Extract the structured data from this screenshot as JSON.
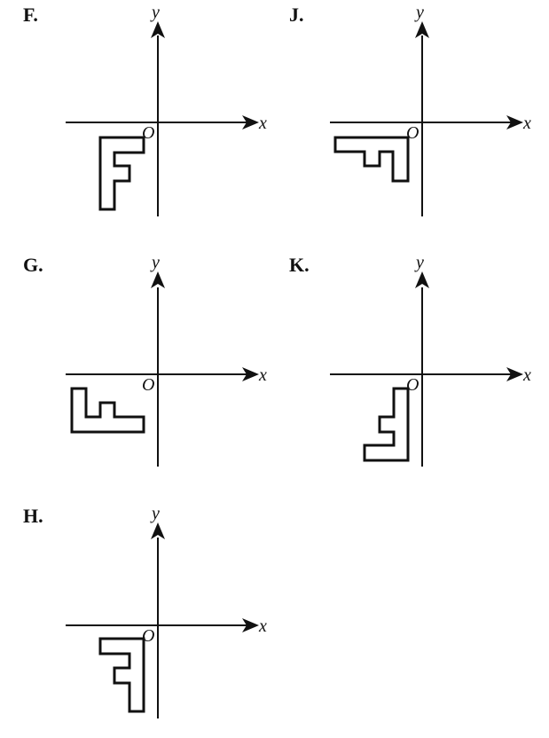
{
  "options": [
    {
      "letter": "F.",
      "x_label": "x",
      "y_label": "y",
      "origin_label": "O",
      "shape_icon": "letter-f-outline-icon"
    },
    {
      "letter": "J.",
      "x_label": "x",
      "y_label": "y",
      "origin_label": "O",
      "shape_icon": "letter-f-rotated-outline-icon"
    },
    {
      "letter": "G.",
      "x_label": "x",
      "y_label": "y",
      "origin_label": "O",
      "shape_icon": "letter-f-rotated-outline-icon"
    },
    {
      "letter": "K.",
      "x_label": "x",
      "y_label": "y",
      "origin_label": "O",
      "shape_icon": "letter-f-mirrored-outline-icon"
    },
    {
      "letter": "H.",
      "x_label": "x",
      "y_label": "y",
      "origin_label": "O",
      "shape_icon": "letter-f-upside-down-outline-icon"
    }
  ],
  "colors": {
    "ink": "#111111",
    "background": "#ffffff"
  }
}
